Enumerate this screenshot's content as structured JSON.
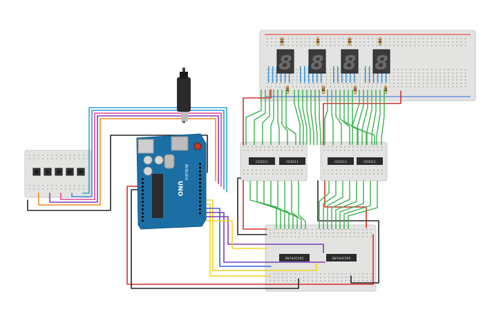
{
  "arduino": {
    "brand_label": "Arduino",
    "model_label": "UNO"
  },
  "chips": {
    "mid_left": [
      "CD4511",
      "CD4511"
    ],
    "mid_right": [
      "CD4511",
      "CD4511"
    ],
    "bottom": [
      "SN74HC595",
      "SN74HC595"
    ]
  },
  "displays": {
    "count": 4,
    "digit": "8"
  },
  "buttons": {
    "count": 5
  },
  "colors": {
    "breadboard": "#e2e2e0",
    "arduino": "#1b6fa5",
    "wire_green": "#37b04a",
    "wire_red": "#d62b2b",
    "wire_black": "#222222",
    "wire_yellow": "#f2d21a",
    "wire_purple": "#7a3bb5",
    "wire_blue": "#3a8fd6",
    "wire_orange": "#f08a1c"
  }
}
